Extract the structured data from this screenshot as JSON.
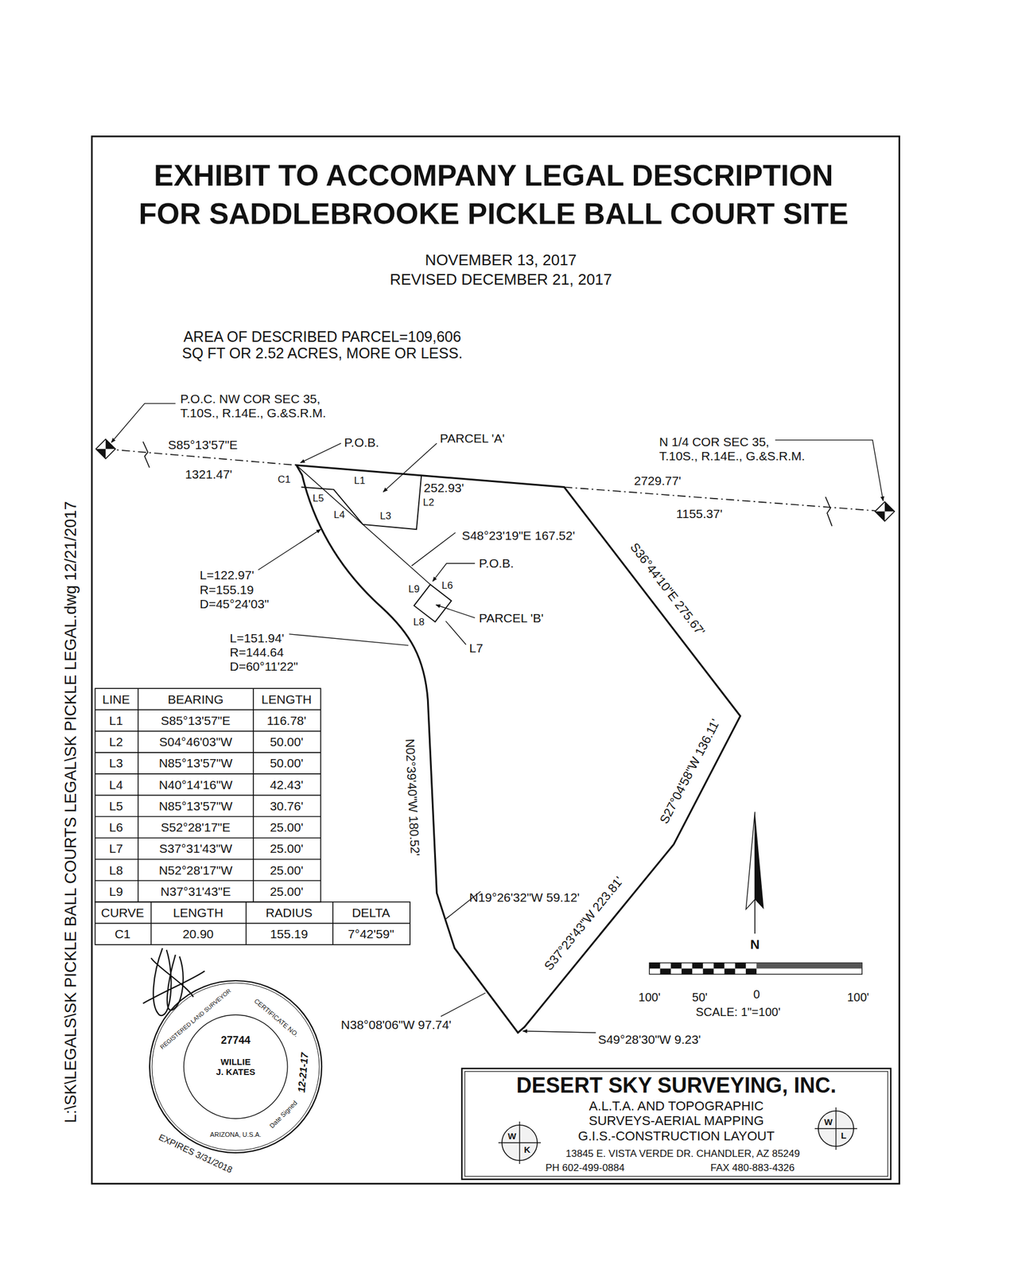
{
  "diagram": {
    "title": "EXHIBIT TO ACCOMPANY LEGAL DESCRIPTION FOR SADDLEBROOKE PICKLE BALL COURT SITE",
    "nodes": [
      {
        "text": [
          "REGISTERED LAND SURVEYOR",
          "CERTIFICATE NO.",
          "27744",
          "WILLIE J. KATES",
          "Date Signed",
          "12-21-17",
          "ARIZONA, U.S.A.",
          "EXPIRES 3/31/2018"
        ]
      },
      {
        "text": [
          "DESERT SKY SURVEYING, INC.",
          "A.L.T.A. AND TOPOGRAPHIC SURVEYS-AERIAL MAPPING G.I.S.-CONSTRUCTION LAYOUT",
          "W",
          "K",
          "W",
          "L",
          "13845 E. VISTA VERDE DR. CHANDLER, AZ 85249",
          "PH 602-499-0884",
          "FAX 480-883-4326"
        ]
      }
    ],
    "labels": [
      "NOVEMBER 13, 2017",
      "REVISED DECEMBER 21, 2017",
      "AREA OF DESCRIBED PARCEL=109,606 SQ FT OR 2.52 ACRES, MORE OR LESS.",
      "P.O.C. NW COR SEC 35, T.10S., R.14E., G.&S.R.M.",
      "N 1/4 COR SEC 35, T.10S., R.14E., G.&S.R.M.",
      "S85°13'57\"E",
      "1321.47'",
      "P.O.B.",
      "PARCEL 'A'",
      "C1",
      "L1",
      "L5",
      "L4",
      "L3",
      "L2",
      "252.93'",
      "2729.77'",
      "1155.37'",
      "S48°23'19\"E 167.52'",
      "P.O.B.",
      "L6",
      "L9",
      "PARCEL 'B'",
      "L8",
      "L7",
      "L=122.97' R=155.19 D=45°24'03\"",
      "L=151.94' R=144.64 D=60°11'22\"",
      "S36°44'10\"E 275.67'",
      "S27°04'58\"W 136.11'",
      "N02°39'40\"W 180.52'",
      "N19°26'32\"W 59.12'",
      "S37°23'43\"W 223.81'",
      "N38°08'06\"W 97.74'",
      "S49°28'30\"W 9.23'",
      "100'",
      "50'",
      "0",
      "100'",
      "SCALE: 1\"=100'",
      "N",
      "LINE",
      "BEARING",
      "LENGTH",
      "L1",
      "S85°13'57\"E",
      "116.78'",
      "L2",
      "S04°46'03\"W",
      "50.00'",
      "L3",
      "N85°13'57\"W",
      "50.00'",
      "L4",
      "N40°14'16\"W",
      "42.43'",
      "L5",
      "N85°13'57\"W",
      "30.76'",
      "L6",
      "S52°28'17\"E",
      "25.00'",
      "L7",
      "S37°31'43\"W",
      "25.00'",
      "L8",
      "N52°28'17\"W",
      "25.00'",
      "L9",
      "N37°31'43\"E",
      "25.00'",
      "CURVE",
      "LENGTH",
      "RADIUS",
      "DELTA",
      "C1",
      "20.90",
      "155.19",
      "7°42'59\"",
      "L:\\SK\\LEGALS\\SK PICKLE BALL COURTS LEGAL\\SK PICKLE LEGAL.dwg 12/21/2017"
    ]
  }
}
